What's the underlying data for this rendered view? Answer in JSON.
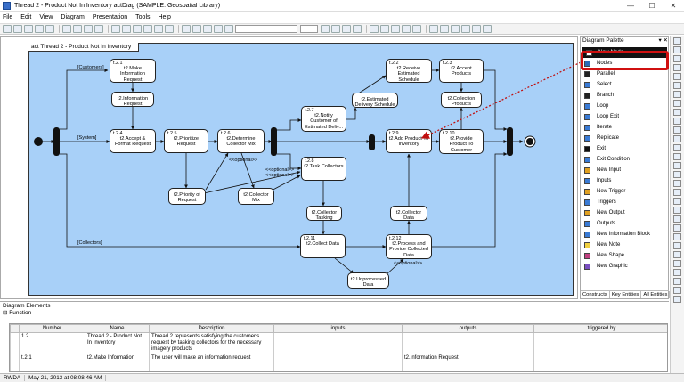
{
  "window": {
    "title": "Thread 2 - Product Not In Inventory actDiag (SAMPLE: Geospatial Library)",
    "minimize": "—",
    "maximize": "☐",
    "close": "✕"
  },
  "menu": [
    "File",
    "Edit",
    "View",
    "Diagram",
    "Presentation",
    "Tools",
    "Help"
  ],
  "diagram": {
    "frame_title": "act Thread 2 - Product Not In Inventory",
    "nodes": {
      "n1": {
        "id": "t.2.1",
        "label": "t2.Make Information Request"
      },
      "n2": {
        "id": "t.2.2",
        "label": "t2.Receive Estimated Schedule"
      },
      "n3": {
        "id": "t.2.3",
        "label": "t2.Accept Products"
      },
      "n4": {
        "id": "t.2.4",
        "label": "t2.Accept & Format Request"
      },
      "n5": {
        "id": "t.2.5",
        "label": "t2.Prioritize Request"
      },
      "n6": {
        "id": "t.2.6",
        "label": "t2.Determine Collector Mix"
      },
      "n7": {
        "id": "t.2.7",
        "label": "t2.Notify Customer of Estimated Deliv..."
      },
      "n8": {
        "id": "t.2.8",
        "label": "t2.Task Collectors"
      },
      "n9": {
        "id": "t.2.9",
        "label": "t2.Add Product To Inventory"
      },
      "n10": {
        "id": "t.2.10",
        "label": "t2.Provide Product To Customer"
      },
      "n11": {
        "id": "t.2.11",
        "label": "t2.Collect Data"
      },
      "n12": {
        "id": "t.2.12",
        "label": "t2.Process and Provide Collected Data"
      }
    },
    "objects": {
      "info_request": "t2.Information Request",
      "est_schedule": "t2.Estimated Delivery Schedule",
      "collection_products": "t2.Collection Products",
      "priority_request": "t2.Priority of Request",
      "collector_mix": "t2.Collector Mix",
      "collector_tasking": "t2.Collector Tasking",
      "collector_data": "t2.Collector Data",
      "unprocessed_data": "t2.Unprocessed Data"
    },
    "edge_labels": {
      "customers": "[Customers]",
      "system": "[System]",
      "collectors": "[Collectors]",
      "optional1": "<<optional>>",
      "optional2": "<<optional>>",
      "optional3": "<<optional>>",
      "optional4": "<<optional>>"
    }
  },
  "palette": {
    "title": "Diagram Palette",
    "pin": "▾ ✕",
    "items": [
      {
        "label": "New Node",
        "icon": "node-icon",
        "color": "#ffffff",
        "selected": true
      },
      {
        "label": "Nodes",
        "icon": "nodes-icon",
        "color": "#2a6bb8"
      },
      {
        "label": "Parallel",
        "icon": "parallel-icon",
        "color": "#222222"
      },
      {
        "label": "Select",
        "icon": "select-icon",
        "color": "#3a7bd5"
      },
      {
        "label": "Branch",
        "icon": "branch-icon",
        "color": "#222222"
      },
      {
        "label": "Loop",
        "icon": "loop-icon",
        "color": "#3a7bd5"
      },
      {
        "label": "Loop Exit",
        "icon": "loop-exit-icon",
        "color": "#3a7bd5"
      },
      {
        "label": "Iterate",
        "icon": "iterate-icon",
        "color": "#3a7bd5"
      },
      {
        "label": "Replicate",
        "icon": "replicate-icon",
        "color": "#3a7bd5"
      },
      {
        "label": "Exit",
        "icon": "exit-icon",
        "color": "#111111"
      },
      {
        "label": "Exit Condition",
        "icon": "exit-condition-icon",
        "color": "#3a7bd5"
      },
      {
        "label": "New Input",
        "icon": "new-input-icon",
        "color": "#e0a020"
      },
      {
        "label": "Inputs",
        "icon": "inputs-icon",
        "color": "#3a7bd5"
      },
      {
        "label": "New Trigger",
        "icon": "new-trigger-icon",
        "color": "#e0a020"
      },
      {
        "label": "Triggers",
        "icon": "triggers-icon",
        "color": "#3a7bd5"
      },
      {
        "label": "New Output",
        "icon": "new-output-icon",
        "color": "#e0a020"
      },
      {
        "label": "Outputs",
        "icon": "outputs-icon",
        "color": "#3a7bd5"
      },
      {
        "label": "New Information Block",
        "icon": "info-block-icon",
        "color": "#3a7bd5"
      },
      {
        "label": "New Note",
        "icon": "note-icon",
        "color": "#f0d040"
      },
      {
        "label": "New Shape",
        "icon": "shape-icon",
        "color": "#c04080"
      },
      {
        "label": "New Graphic",
        "icon": "graphic-icon",
        "color": "#7a4fc0"
      }
    ],
    "tabs": [
      "Constructs",
      "Key Entities",
      "All Entities"
    ]
  },
  "elements_panel": {
    "title": "Diagram Elements",
    "group": "Function",
    "columns": [
      "",
      "Number",
      "Name",
      "Description",
      "inputs",
      "outputs",
      "triggered by"
    ],
    "rows": [
      {
        "number": "1.2",
        "name": "Thread 2 - Product Not In Inventory",
        "description": "Thread 2 represents satisfying the customer's request by tasking collectors for the necessary imagery products",
        "inputs": "",
        "outputs": "",
        "triggered_by": ""
      },
      {
        "number": "t.2.1",
        "name": "t2.Make Information",
        "description": "The user will make an information request",
        "inputs": "",
        "outputs": "t2.Information Request",
        "triggered_by": ""
      }
    ]
  },
  "status": {
    "mode": "RWDA",
    "timestamp": "May 21, 2013 at 08:08:46 AM"
  }
}
